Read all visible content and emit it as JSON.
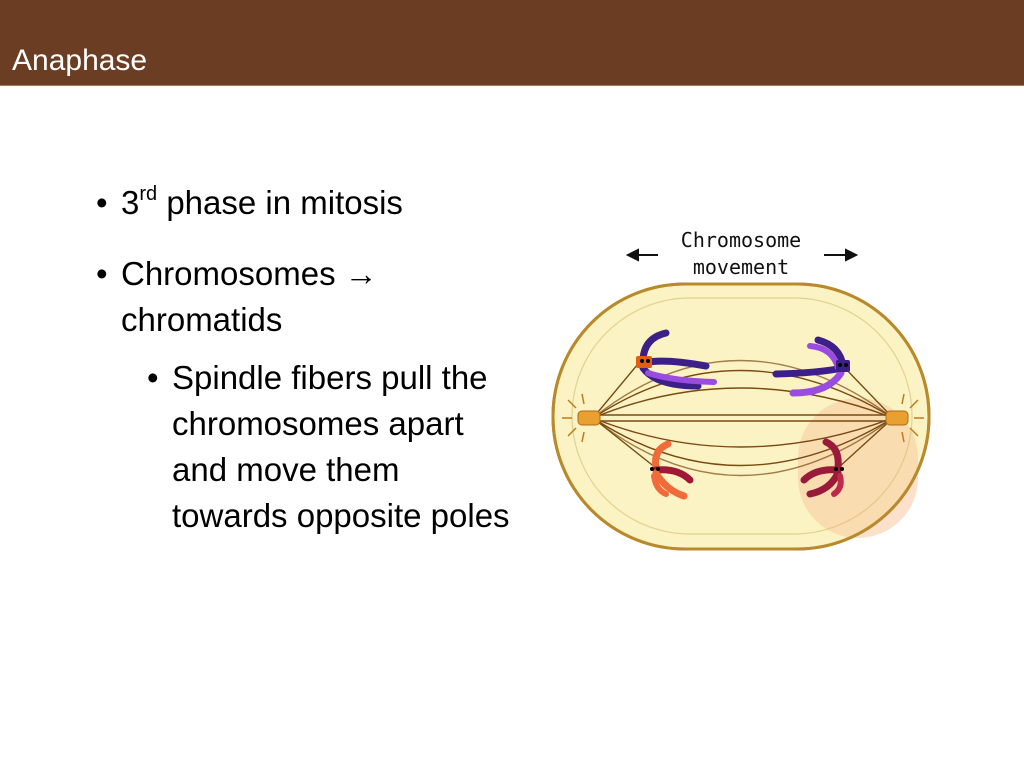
{
  "slide": {
    "title": "Anaphase"
  },
  "bullets": {
    "b1_prefix": "3",
    "b1_sup": "rd",
    "b1_rest": " phase in mitosis",
    "b2_text": "Chromosomes ",
    "b2_arrow": "→",
    "b2_cont": "chromatids",
    "sub_text": "Spindle fibers pull the chromosomes apart and move them towards opposite poles"
  },
  "figure": {
    "caption_line1": "Chromosome",
    "caption_line2": "movement",
    "colors": {
      "cell_fill": "#fbf3c4",
      "cell_outline": "#b98a2b",
      "spindle": "#7a4a12",
      "purple_dark": "#3d1f8a",
      "purple_light": "#9a4be0",
      "orange": "#f06a3a",
      "maroon": "#9a1a3a",
      "centrosome": "#e8a030"
    }
  }
}
